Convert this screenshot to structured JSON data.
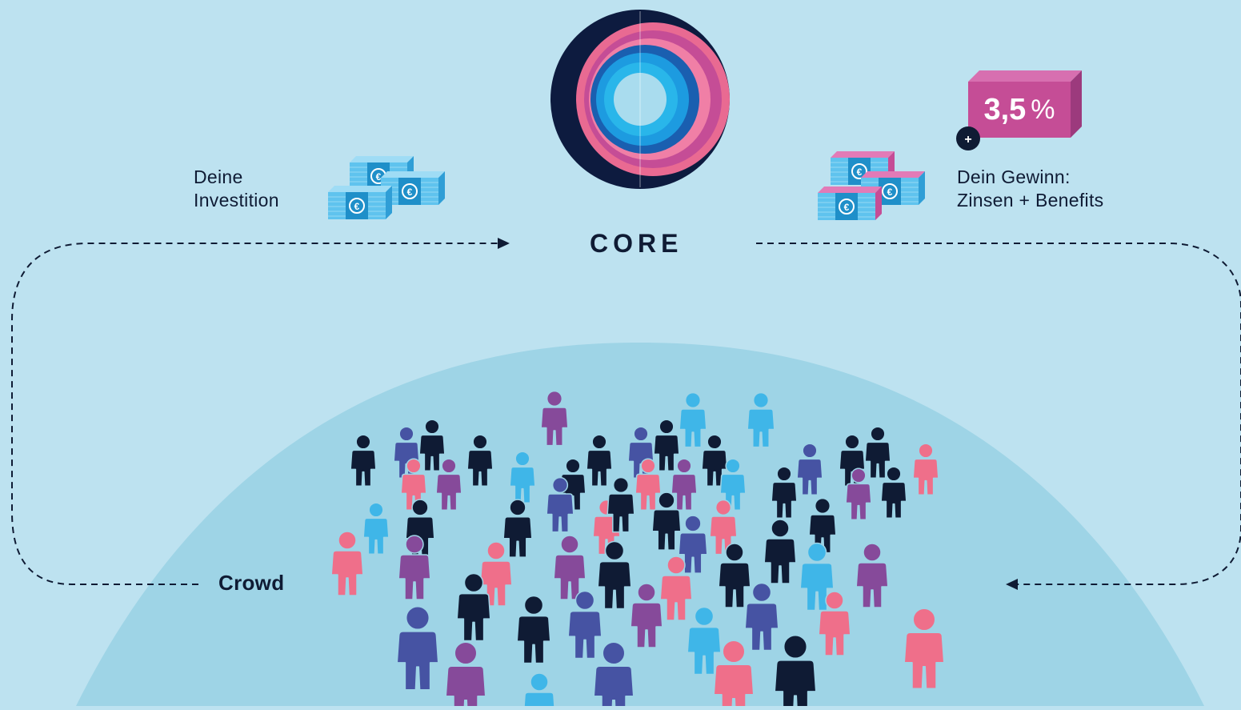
{
  "investment": {
    "line1": "Deine",
    "line2": "Investition"
  },
  "brand": {
    "name": "CORE"
  },
  "gain": {
    "line1": "Dein Gewinn:",
    "line2": "Zinsen + Benefits",
    "rate_value": "3,5",
    "rate_unit": "%",
    "plus_symbol": "+"
  },
  "crowd": {
    "label": "Crowd"
  },
  "icons": {
    "currency_symbol": "€"
  },
  "colors": {
    "background": "#bde2f0",
    "dome": "#9ed4e6",
    "navy": "#0f1b34",
    "pink": "#ef6f8a",
    "magenta": "#c54d96",
    "purple": "#864a9a",
    "blue": "#4653a3",
    "cyan": "#3fb6e8"
  }
}
